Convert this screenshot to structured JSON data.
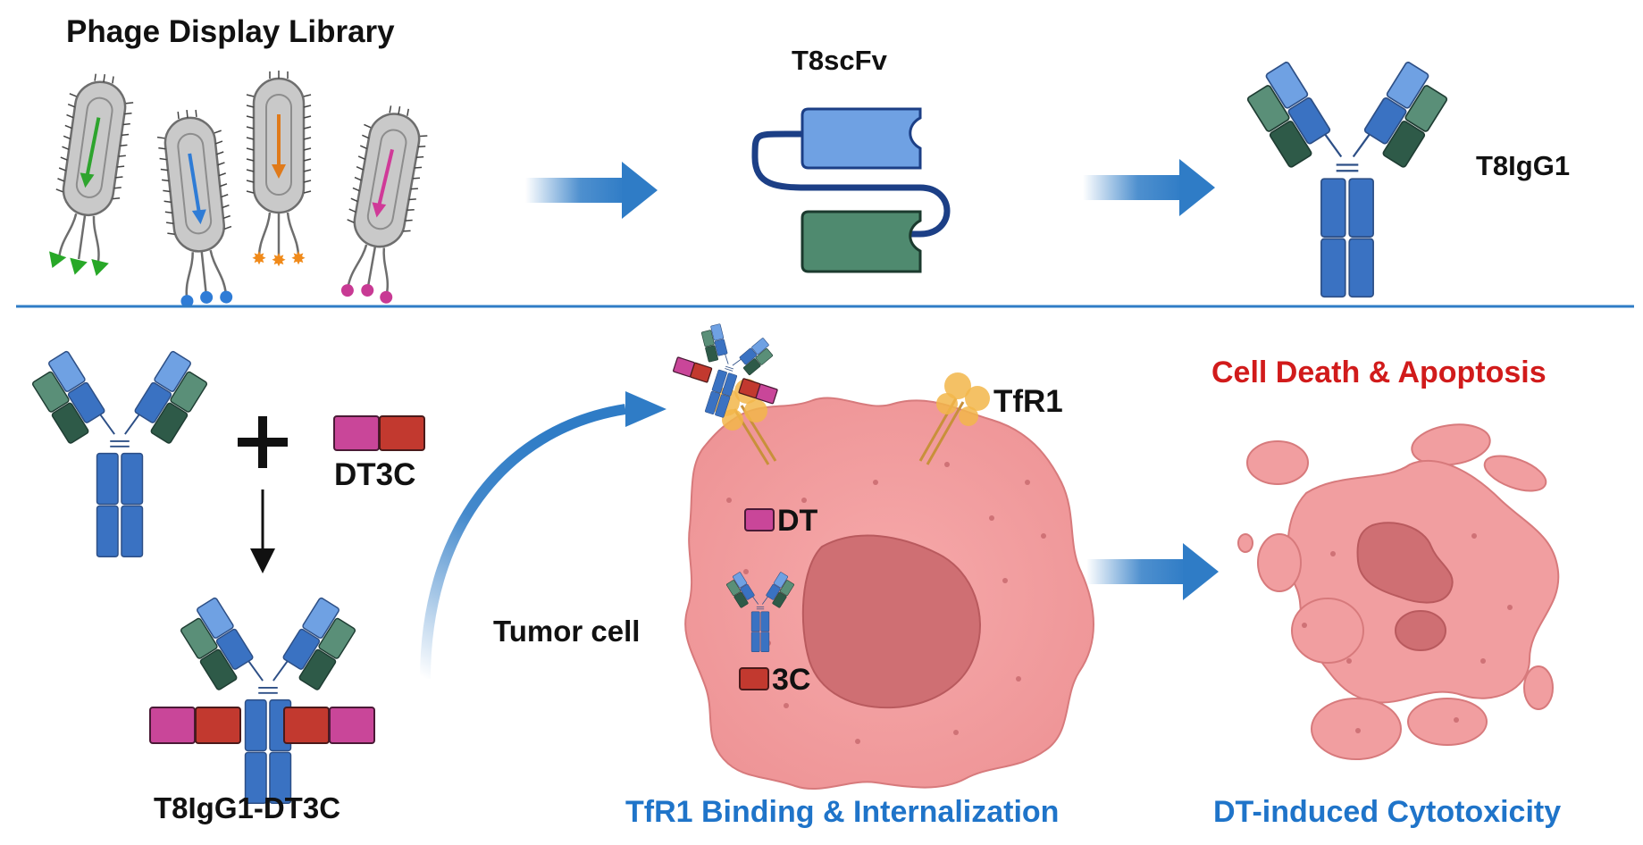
{
  "labels": {
    "library": "Phage Display Library",
    "scfv": "T8scFv",
    "igg": "T8IgG1",
    "dt3c": "DT3C",
    "conjugate": "T8IgG1-DT3C",
    "tumor_cell": "Tumor cell",
    "receptor": "TfR1",
    "dt": "DT",
    "threec": "3C",
    "death": "Cell Death & Apoptosis",
    "binding": "TfR1 Binding & Internalization",
    "cytotoxicity": "DT-induced Cytotoxicity"
  },
  "colors": {
    "arrow_blue": "#2f7cc6",
    "heavy_blue": "#3a72c2",
    "light_blue": "#6fa1e3",
    "light_green": "#5a8f78",
    "heavy_green": "#2e5a48",
    "dt_magenta": "#c94699",
    "c3_red": "#c2392f",
    "cell_pink": "#f19ea0",
    "nucleus": "#cf6f73",
    "receptor_gold": "#f2b64a",
    "death_red": "#d11b1b",
    "caption_blue": "#1f74c9"
  },
  "icons": [
    "phage-icon",
    "scfv-icon",
    "antibody-icon",
    "plus-icon",
    "arrow-icon",
    "tumor-cell-icon",
    "apoptotic-cell-icon"
  ]
}
